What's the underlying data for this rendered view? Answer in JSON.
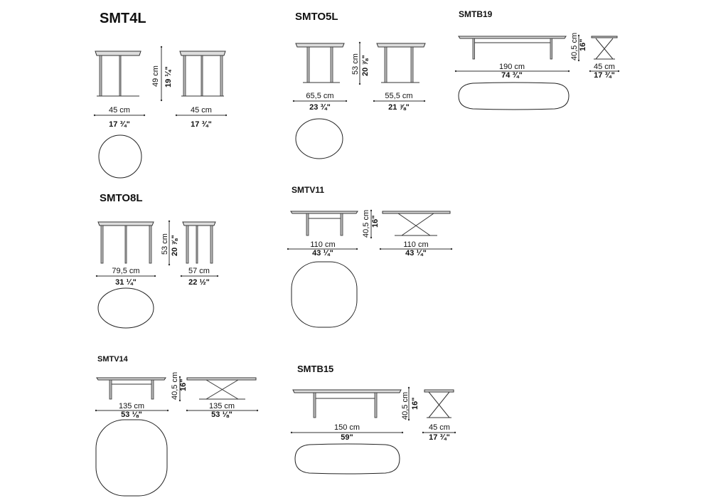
{
  "products": {
    "smt4l": {
      "title": "SMT4L",
      "height_cm": "49 cm",
      "height_in": "19 ¼\"",
      "w1_cm": "45 cm",
      "w1_in": "17 ¾\"",
      "w2_cm": "45 cm",
      "w2_in": "17 ¾\""
    },
    "smto5l": {
      "title": "SMTO5L",
      "height_cm": "53 cm",
      "height_in": "20 ⅞\"",
      "w1_cm": "65,5 cm",
      "w1_in": "23 ¾\"",
      "w2_cm": "55,5 cm",
      "w2_in": "21 ⅞\""
    },
    "smtb19": {
      "title": "SMTB19",
      "height_cm": "40,5 cm",
      "height_in": "16\"",
      "w1_cm": "190 cm",
      "w1_in": "74 ¾\"",
      "w2_cm": "45 cm",
      "w2_in": "17 ¾\""
    },
    "smto8l": {
      "title": "SMTO8L",
      "height_cm": "53 cm",
      "height_in": "20 ⅞\"",
      "w1_cm": "79,5 cm",
      "w1_in": "31 ¼\"",
      "w2_cm": "57 cm",
      "w2_in": "22 ½\""
    },
    "smtv11": {
      "title": "SMTV11",
      "height_cm": "40,5 cm",
      "height_in": "16\"",
      "w1_cm": "110 cm",
      "w1_in": "43 ¼\"",
      "w2_cm": "110 cm",
      "w2_in": "43 ¼\""
    },
    "smtv14": {
      "title": "SMTV14",
      "height_cm": "40,5 cm",
      "height_in": "16\"",
      "w1_cm": "135 cm",
      "w1_in": "53 ⅛\"",
      "w2_cm": "135 cm",
      "w2_in": "53 ⅛\""
    },
    "smtb15": {
      "title": "SMTB15",
      "height_cm": "40,5 cm",
      "height_in": "16\"",
      "w1_cm": "150 cm",
      "w1_in": "59\"",
      "w2_cm": "45 cm",
      "w2_in": "17 ¾\""
    }
  }
}
